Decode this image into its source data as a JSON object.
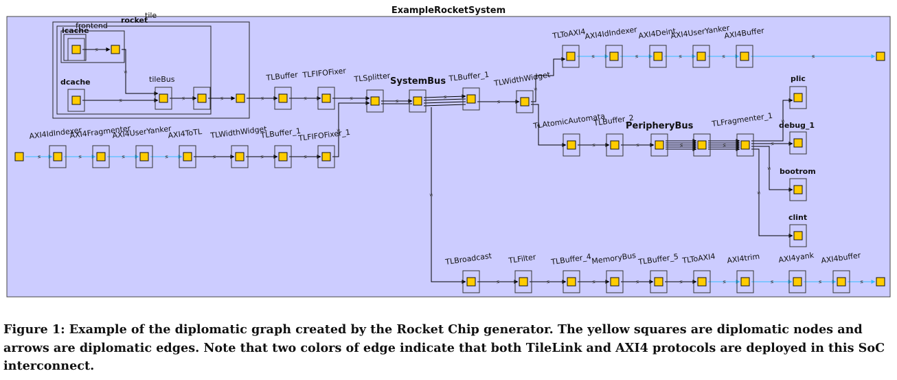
{
  "title": "ExampleRocketSystem",
  "caption": "Figure 1: Example of the diplomatic graph created by the Rocket Chip generator. The yellow squares are diplomatic nodes and arrows are diplomatic edges. Note that two colors of edge indicate that both TileLink and AXI4 protocols are deployed in this SoC interconnect.",
  "colors": {
    "background": "#ccccff",
    "node_fill": "#ffcc00",
    "tilelink_edge": "#000000",
    "axi4_edge": "#33bbff"
  },
  "edge_mark": "≶",
  "groups": {
    "tile": "tile",
    "rocket": "rocket",
    "frontend": "frontend",
    "icache": "icache"
  },
  "nodes": {
    "dcache": "dcache",
    "tileBus": "tileBus",
    "tlbuf_a": "TLBuffer",
    "tlfifo_a": "TLFIFOFixer",
    "splitter": "TLSplitter",
    "sysbus": "SystemBus",
    "tlbuf1_top": "TLBuffer_1",
    "tlww_top": "TLWidthWidget",
    "toaxi_top": "TLToAXI4",
    "axiidx_top": "AXI4IdIndexer",
    "deint": "AXI4Deint",
    "axiuy_top": "AXI4UserYanker",
    "axibuf_top": "AXI4Buffer",
    "axiidx_l": "AXI4IdIndexer",
    "axifrag_l": "AXI4Fragmenter",
    "axiuy_l": "AXI4UserYanker",
    "axitotl_l": "AXI4ToTL",
    "tlww_l": "TLWidthWidget",
    "tlbuf1_l": "TLBuffer_1",
    "tlfifo1_l": "TLFIFOFixer_1",
    "atomic": "TLAtomicAutomata",
    "tlbuf2": "TLBuffer_2",
    "periph": "PeripheryBus",
    "frag1": "TLFragmenter_1",
    "plic": "plic",
    "debug1": "debug_1",
    "bootrom": "bootrom",
    "clint": "clint",
    "bcast": "TLBroadcast",
    "filter": "TLFilter",
    "buf4": "TLBuffer_4",
    "membus": "MemoryBus",
    "buf5": "TLBuffer_5",
    "toaxi_b": "TLToAXI4",
    "trim": "AXI4trim",
    "yank": "AXI4yank",
    "axibuffer_b": "AXI4buffer"
  }
}
